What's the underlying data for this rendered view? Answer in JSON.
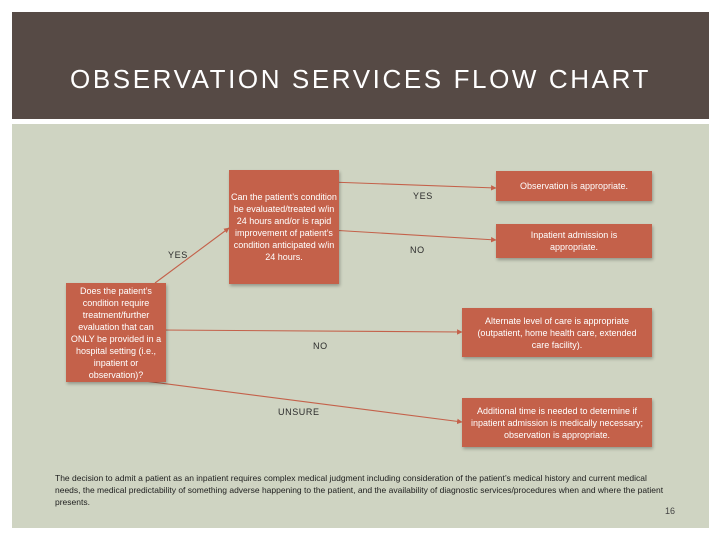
{
  "title": "OBSERVATION SERVICES FLOW CHART",
  "boxes": {
    "start": "Does the patient’s condition require treatment/further evaluation that can ONLY be provided in a hospital setting (i.e., inpatient or observation)?",
    "question": "Can the patient’s condition be evaluated/treated w/in 24 hours and/or is rapid improvement of patient’s condition anticipated w/in 24 hours.",
    "observation": "Observation is appropriate.",
    "inpatient": "Inpatient admission is appropriate.",
    "alternate": "Alternate level of care is appropriate (outpatient, home health care, extended care facility).",
    "additional_time": "Additional time is needed to determine if inpatient admission is medically necessary; observation is appropriate."
  },
  "labels": {
    "yes_main": "YES",
    "yes_q": "YES",
    "no_q": "NO",
    "no_main": "NO",
    "unsure": "UNSURE"
  },
  "footnote": "The decision to admit a patient as an inpatient requires complex medical judgment including consideration of the patient’s medical history and current medical needs, the medical predictability of something adverse happening to the patient, and the availability of diagnostic services/procedures when and where the patient presents.",
  "page_number": "16",
  "colors": {
    "header": "#564a45",
    "panel": "#cfd4c2",
    "box": "#c4614a",
    "arrow": "#c4614a"
  }
}
